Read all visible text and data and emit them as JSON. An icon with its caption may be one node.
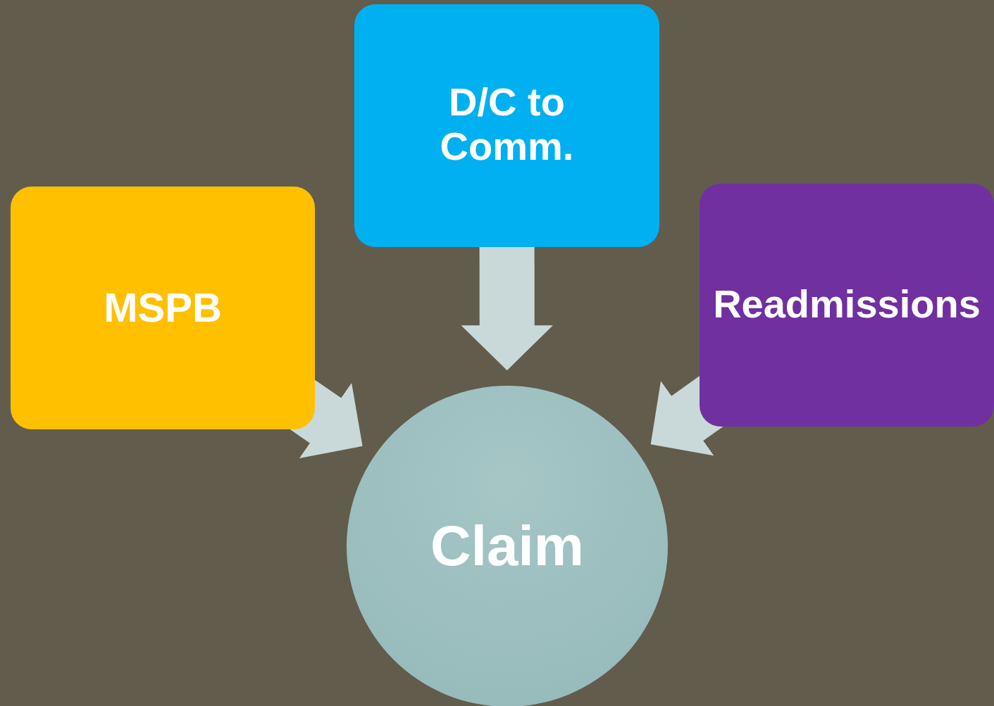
{
  "diagram": {
    "nodes": [
      {
        "text": [
          "MSPB"
        ]
      },
      {
        "text": [
          "D/C to Comm."
        ]
      },
      {
        "text": [
          "Readmissions"
        ]
      },
      {
        "text": [
          "Claim"
        ]
      }
    ],
    "edges": [
      {
        "from": 0,
        "to": 3,
        "arrow": "to"
      },
      {
        "from": 1,
        "to": 3,
        "arrow": "to"
      },
      {
        "from": 2,
        "to": 3,
        "arrow": "to"
      }
    ]
  }
}
